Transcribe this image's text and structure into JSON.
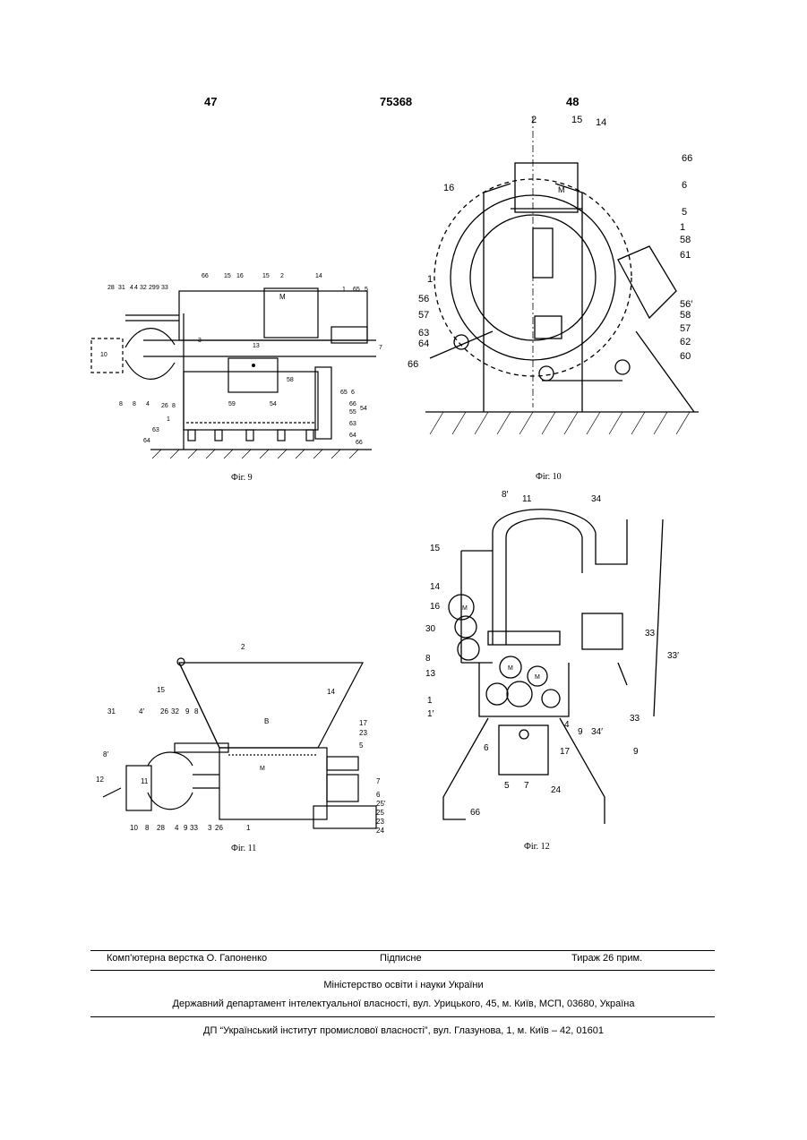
{
  "header": {
    "left_page": "47",
    "patent_number": "75368",
    "right_page": "48"
  },
  "figures": {
    "fig9": {
      "caption": "Фіг. 9",
      "labels": [
        "28",
        "31",
        "4",
        "4",
        "32",
        "29",
        "9",
        "33",
        "66",
        "15",
        "16",
        "15",
        "2",
        "14",
        "1",
        "65",
        "5",
        "M",
        "3",
        "13",
        "7",
        "10",
        "8",
        "8",
        "4",
        "26",
        "8",
        "1",
        "58",
        "59",
        "54",
        "65",
        "6",
        "66",
        "55",
        "54",
        "63",
        "63",
        "64",
        "64",
        "66"
      ]
    },
    "fig10": {
      "caption": "Фіг. 10",
      "labels": [
        "2",
        "15",
        "14",
        "66",
        "16",
        "M",
        "6",
        "5",
        "1",
        "58",
        "61",
        "1",
        "56",
        "57",
        "56",
        "58",
        "57",
        "63",
        "64",
        "62",
        "60",
        "66"
      ]
    },
    "fig11": {
      "caption": "Фіг. 11",
      "labels": [
        "2",
        "15",
        "14",
        "B",
        "17",
        "23",
        "5",
        "M",
        "31",
        "4",
        "26",
        "32",
        "9",
        "8",
        "8",
        "12",
        "11",
        "10",
        "8",
        "28",
        "4",
        "9",
        "33",
        "3",
        "26",
        "1",
        "7",
        "6",
        "25",
        "25",
        "23",
        "24"
      ]
    },
    "fig12": {
      "caption": "Фіг. 12",
      "labels": [
        "8",
        "11",
        "34",
        "15",
        "14",
        "16",
        "30",
        "8",
        "13",
        "1",
        "1",
        "33",
        "33",
        "M",
        "M",
        "M",
        "4",
        "9",
        "34",
        "33",
        "9",
        "6",
        "5",
        "7",
        "24",
        "17",
        "66"
      ]
    }
  },
  "footer": {
    "layout_credit": "Комп’ютерна верстка О. Гапоненко",
    "signed": "Підписне",
    "circulation": "Тираж 26 прим.",
    "ministry": "Міністерство освіти і науки України",
    "department": "Державний департамент інтелектуальної власності, вул. Урицького, 45, м. Київ, МСП, 03680, Україна",
    "institute": "ДП “Український інститут промислової власності”, вул. Глазунова, 1, м. Київ – 42, 01601"
  }
}
